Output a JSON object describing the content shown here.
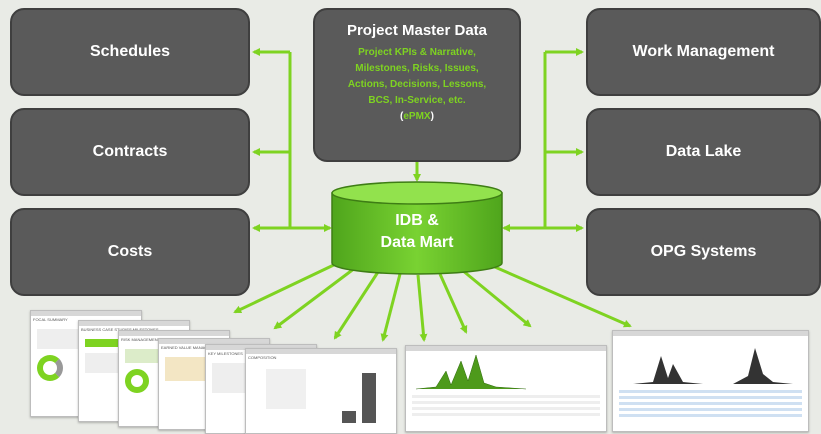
{
  "left_boxes": [
    "Schedules",
    "Contracts",
    "Costs"
  ],
  "right_boxes": [
    "Work Management",
    "Data Lake",
    "OPG Systems"
  ],
  "master": {
    "title": "Project Master Data",
    "lines": [
      "Project KPIs & Narrative,",
      "Milestones, Risks, Issues,",
      "Actions, Decisions, Lessons,",
      "BCS, In-Service, etc."
    ],
    "tag_open": "(",
    "tag": "ePMX",
    "tag_close": ")"
  },
  "database": {
    "line1": "IDB &",
    "line2": "Data Mart"
  },
  "report_labels": [
    "FOCAL SUMMARY",
    "BUSINESS CASE STUDIES MILESTONES",
    "RISK MANAGEMENT",
    "EARNED VALUE MANAGEMENT",
    "KEY MILESTONES",
    "COMPOSITION"
  ],
  "colors": {
    "box": "#5a5a5a",
    "arrow": "#7ed321",
    "db": "#6cc52a",
    "background": "#e9ebe6"
  }
}
